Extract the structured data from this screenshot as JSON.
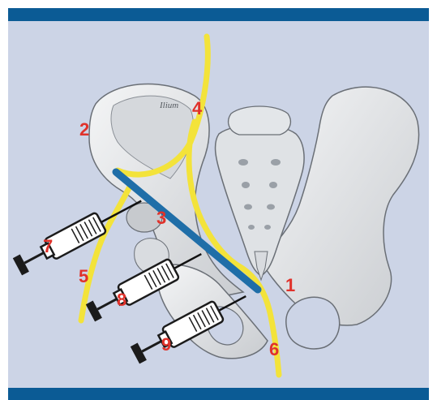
{
  "colors": {
    "frame_bar": "#0b5b95",
    "panel_bg": "#ccd4e6",
    "nerve_yellow": "#f3e33a",
    "ligament_blue": "#1f6ea8",
    "label_red": "#e0322b",
    "bone": "#e9ebed"
  },
  "bone_label": "Ilium",
  "labels": {
    "l1": "1",
    "l2": "2",
    "l3": "3",
    "l4": "4",
    "l5": "5",
    "l6": "6",
    "l7": "7",
    "l8": "8",
    "l9": "9"
  },
  "icons": [
    "syringe-icon",
    "syringe-icon",
    "syringe-icon"
  ]
}
